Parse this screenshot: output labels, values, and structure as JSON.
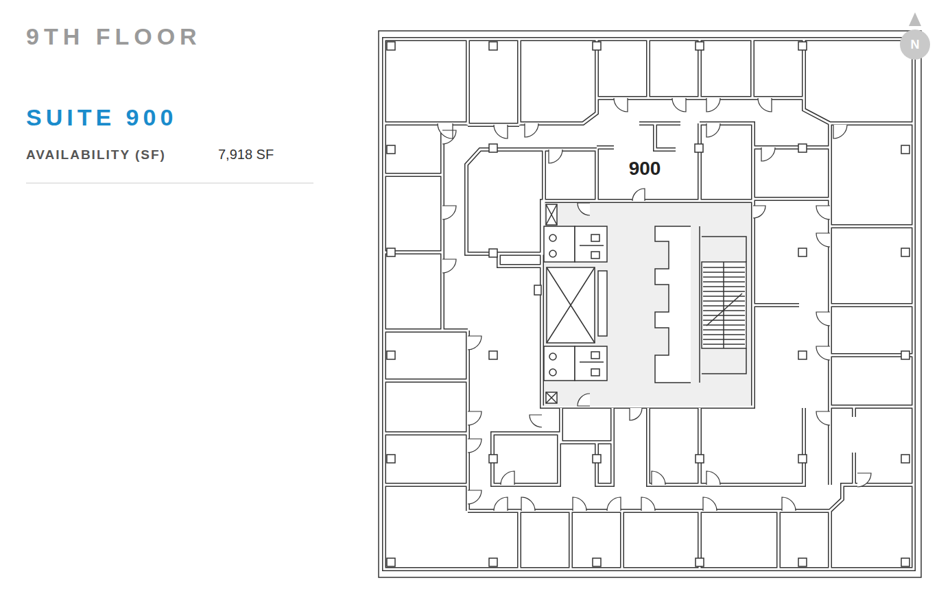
{
  "diagram": {
    "title": "9TH FLOOR",
    "nodes": [
      {
        "text": [
          "900"
        ]
      },
      {
        "text": [
          "N"
        ]
      }
    ],
    "labels": [
      "SUITE 900",
      "AVAILABILITY (SF)",
      "7,918 SF"
    ]
  }
}
